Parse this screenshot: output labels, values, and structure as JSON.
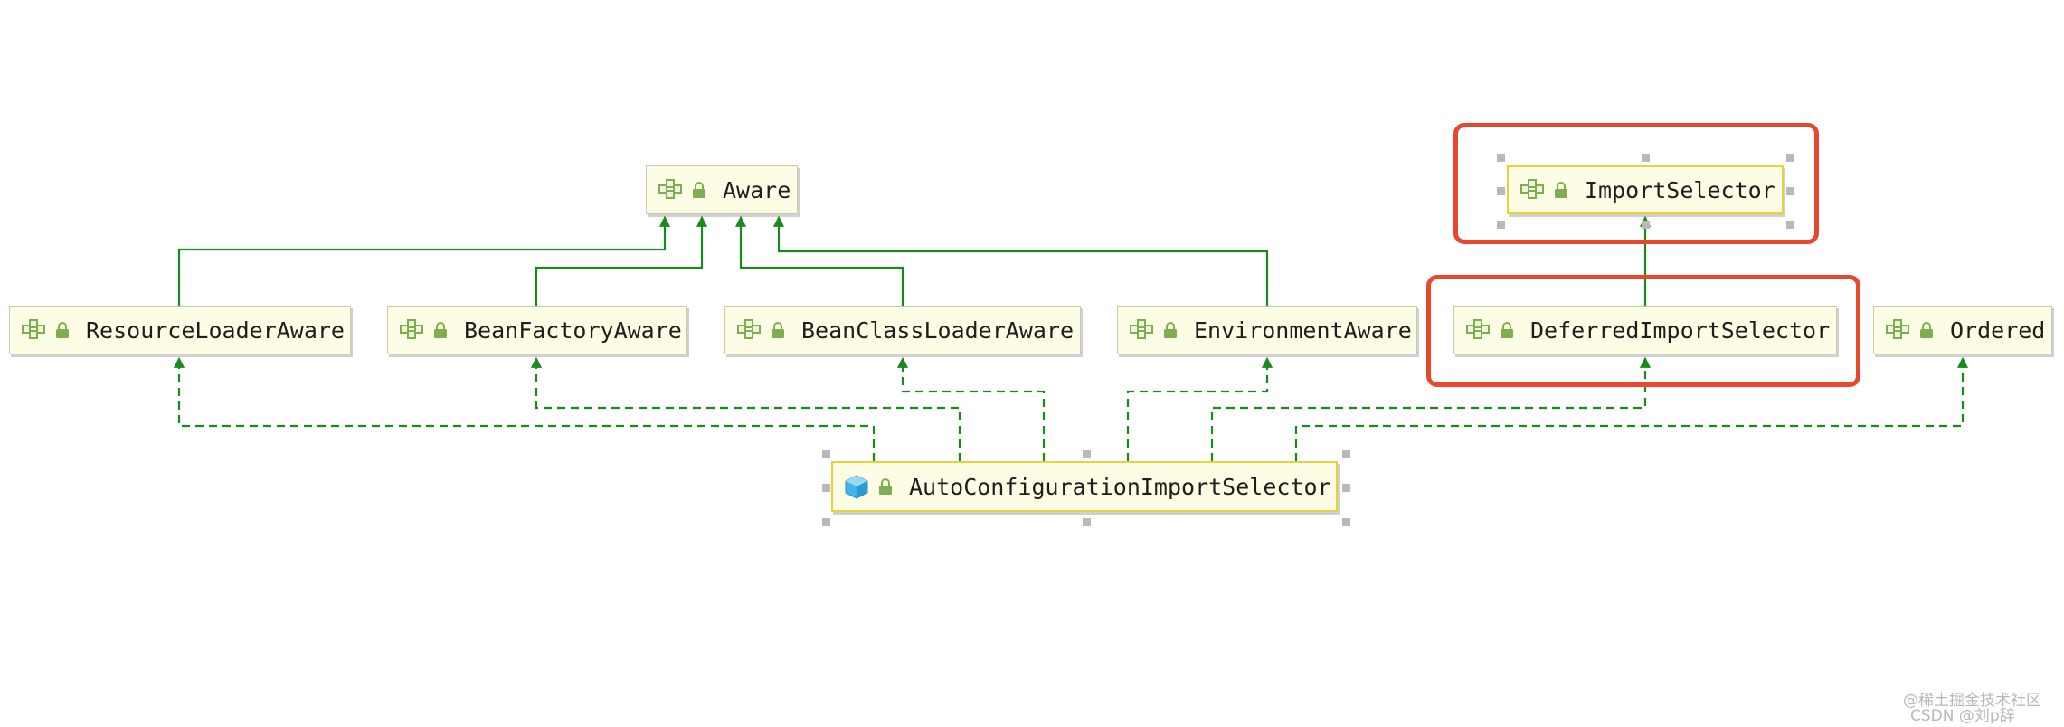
{
  "diagram": {
    "nodes": {
      "aware": {
        "label": "Aware",
        "icon": "interface-icon"
      },
      "import_selector": {
        "label": "ImportSelector",
        "icon": "interface-icon"
      },
      "resource_loader_aware": {
        "label": "ResourceLoaderAware",
        "icon": "interface-icon"
      },
      "bean_factory_aware": {
        "label": "BeanFactoryAware",
        "icon": "interface-icon"
      },
      "bean_class_loader_aware": {
        "label": "BeanClassLoaderAware",
        "icon": "interface-icon"
      },
      "environment_aware": {
        "label": "EnvironmentAware",
        "icon": "interface-icon"
      },
      "deferred_import_selector": {
        "label": "DeferredImportSelector",
        "icon": "interface-icon"
      },
      "ordered": {
        "label": "Ordered",
        "icon": "interface-icon"
      },
      "auto_configuration_import_selector": {
        "label": "AutoConfigurationImportSelector",
        "icon": "class-icon"
      }
    },
    "edges": [
      {
        "from": "resource_loader_aware",
        "to": "aware",
        "type": "extends"
      },
      {
        "from": "bean_factory_aware",
        "to": "aware",
        "type": "extends"
      },
      {
        "from": "bean_class_loader_aware",
        "to": "aware",
        "type": "extends"
      },
      {
        "from": "environment_aware",
        "to": "aware",
        "type": "extends"
      },
      {
        "from": "deferred_import_selector",
        "to": "import_selector",
        "type": "extends"
      },
      {
        "from": "auto_configuration_import_selector",
        "to": "resource_loader_aware",
        "type": "implements"
      },
      {
        "from": "auto_configuration_import_selector",
        "to": "bean_factory_aware",
        "type": "implements"
      },
      {
        "from": "auto_configuration_import_selector",
        "to": "bean_class_loader_aware",
        "type": "implements"
      },
      {
        "from": "auto_configuration_import_selector",
        "to": "environment_aware",
        "type": "implements"
      },
      {
        "from": "auto_configuration_import_selector",
        "to": "deferred_import_selector",
        "type": "implements"
      },
      {
        "from": "auto_configuration_import_selector",
        "to": "ordered",
        "type": "implements"
      }
    ],
    "highlighted": [
      "import_selector",
      "deferred_import_selector"
    ]
  },
  "watermark": {
    "line1": "@稀土掘金技术社区",
    "line2": "CSDN @刘p辞"
  },
  "colors": {
    "edge": "#1a8a1a",
    "highlight": "#e8492e",
    "node_fill": "#fdfde6",
    "selected_border": "#e7d23a",
    "icon_green": "#7fae4e",
    "class_icon": "#3fb4e8"
  }
}
